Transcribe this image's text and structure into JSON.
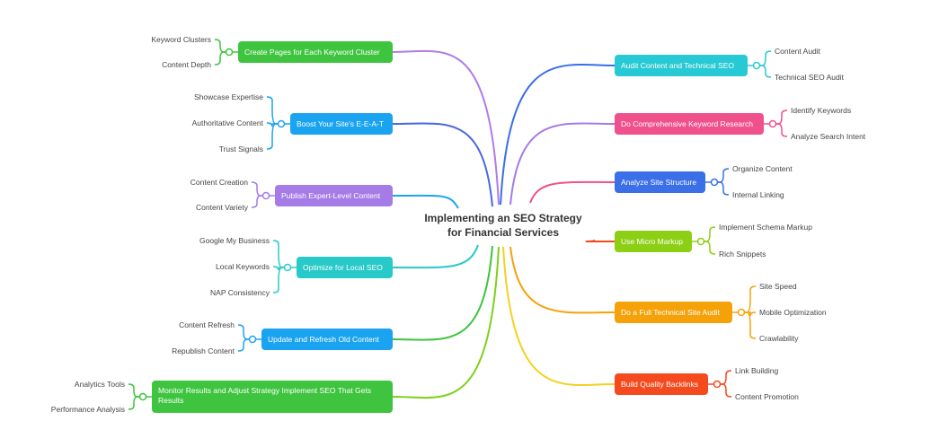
{
  "central_topic": [
    "Implementing an SEO Strategy",
    "for Financial Services"
  ],
  "left_branches": [
    {
      "label": [
        "Create Pages for Each Keyword Cluster"
      ],
      "color": "#3ec43e",
      "children": [
        "Keyword Clusters",
        "Content Depth"
      ],
      "line_color": "#b07be8"
    },
    {
      "label": [
        "Boost Your Site's E-E-A-T"
      ],
      "color": "#1aa3f0",
      "children": [
        "Showcase Expertise",
        "Authoritative Content",
        "Trust Signals"
      ],
      "line_color": "#4a67e0"
    },
    {
      "label": [
        "Publish Expert-Level Content"
      ],
      "color": "#a57be6",
      "children": [
        "Content Creation",
        "Content Variety"
      ],
      "line_color": "#1aa3f0"
    },
    {
      "label": [
        "Optimize for Local SEO"
      ],
      "color": "#27c9c9",
      "children": [
        "Google My Business",
        "Local Keywords",
        "NAP Consistency"
      ],
      "line_color": "#27c9c9"
    },
    {
      "label": [
        "Update and Refresh Old Content"
      ],
      "color": "#1aa3f0",
      "children": [
        "Content Refresh",
        "Republish Content"
      ],
      "line_color": "#3ec43e"
    },
    {
      "label": [
        "Monitor Results and Adjust Strategy Implement SEO That Gets",
        "Results"
      ],
      "color": "#3ec43e",
      "children": [
        "Analytics Tools",
        "Performance Analysis"
      ],
      "line_color": "#7dd01a"
    }
  ],
  "right_branches": [
    {
      "label": [
        "Audit Content and Technical SEO"
      ],
      "color": "#27c9d4",
      "children": [
        "Content Audit",
        "Technical SEO Audit"
      ],
      "line_color": "#3a6fe8"
    },
    {
      "label": [
        "Do Comprehensive Keyword Research"
      ],
      "color": "#f0508c",
      "children": [
        "Identify Keywords",
        "Analyze Search Intent"
      ],
      "line_color": "#a57be6"
    },
    {
      "label": [
        "Analyze Site Structure"
      ],
      "color": "#3a6fe8",
      "children": [
        "Organize Content",
        "Internal Linking"
      ],
      "line_color": "#f0508c"
    },
    {
      "label": [
        "Use Micro Markup"
      ],
      "color": "#8ccf14",
      "children": [
        "Implement Schema Markup",
        "Rich Snippets"
      ],
      "line_color": "#f04a1e"
    },
    {
      "label": [
        "Do a Full Technical Site Audit"
      ],
      "color": "#f5a20a",
      "children": [
        "Site Speed",
        "Mobile Optimization",
        "Crawlability"
      ],
      "line_color": "#f5a20a"
    },
    {
      "label": [
        "Build Quality Backlinks"
      ],
      "color": "#f54a1e",
      "children": [
        "Link Building",
        "Content Promotion"
      ],
      "line_color": "#f5d020"
    }
  ]
}
